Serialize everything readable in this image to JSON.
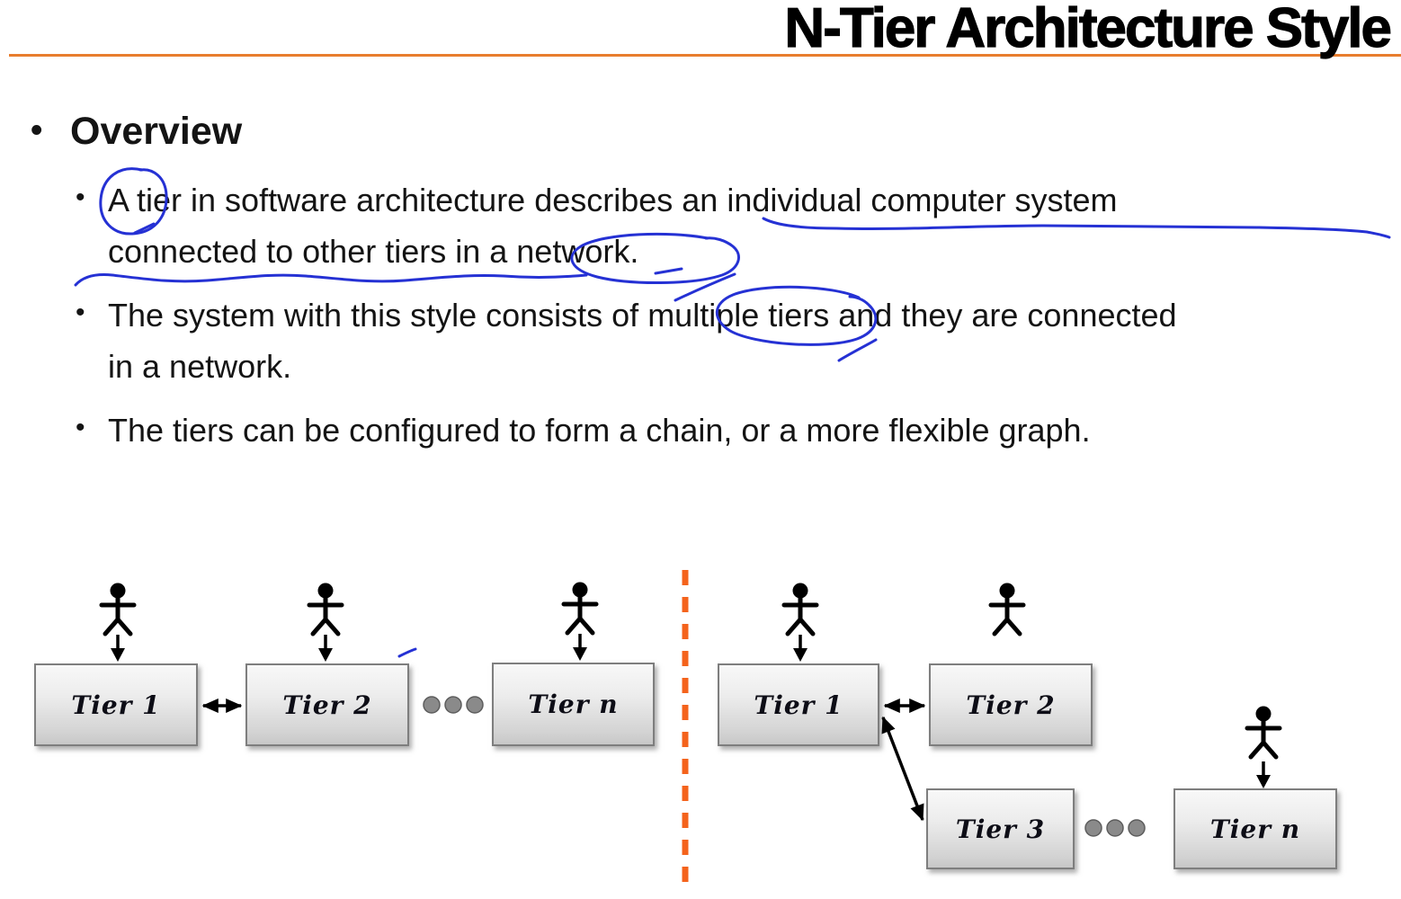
{
  "header": {
    "title": "N-Tier Architecture Style",
    "accent_line_color": "#e87d2e"
  },
  "body": {
    "heading": "Overview",
    "bullets": [
      {
        "lines": [
          "A tier in software architecture describes an individual computer system",
          "connected to other tiers in a network."
        ]
      },
      {
        "lines": [
          "The system with this style consists of multiple tiers and they are connected",
          "in a network."
        ]
      },
      {
        "lines": [
          "The tiers can be configured to form a chain, or a more flexible graph."
        ]
      }
    ]
  },
  "annotations": {
    "pen_color": "#2531d4",
    "marks": [
      {
        "type": "circle",
        "target": "tier"
      },
      {
        "type": "underline",
        "target": "an individual computer system"
      },
      {
        "type": "underline",
        "target": "connected to other tiers in a"
      },
      {
        "type": "circle",
        "target": "network"
      },
      {
        "type": "circle",
        "target": "multiple tiers"
      },
      {
        "type": "dash",
        "target": "above Tier 2 box in left diagram"
      }
    ]
  },
  "diagram": {
    "separator_color": "#f4631c",
    "left": {
      "tiers": [
        "Tier 1",
        "Tier 2",
        "Tier n"
      ],
      "actors": 3,
      "connections": [
        "Tier 1 <-> Tier 2",
        "Tier 2 ... Tier n"
      ]
    },
    "right": {
      "tiers": [
        "Tier 1",
        "Tier 2",
        "Tier 3",
        "Tier n"
      ],
      "actors": 3,
      "connections": [
        "Tier 1 <-> Tier 2",
        "Tier 1 <-> Tier 3",
        "Tier 3 ... Tier n"
      ]
    }
  }
}
